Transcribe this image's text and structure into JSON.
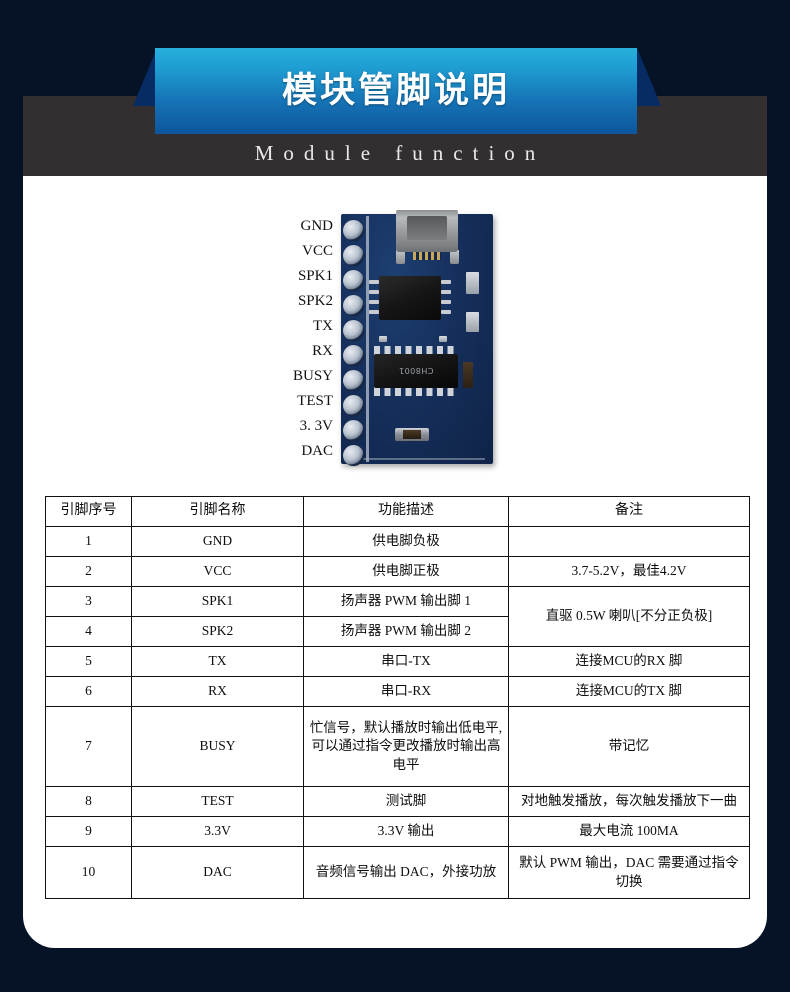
{
  "header": {
    "title": "模块管脚说明",
    "subtitle": "Module  function"
  },
  "board": {
    "ic_marking": "CH8001",
    "pin_labels": [
      "GND",
      "VCC",
      "SPK1",
      "SPK2",
      "TX",
      "RX",
      "BUSY",
      "TEST",
      "3. 3V",
      "DAC"
    ]
  },
  "table": {
    "headers": [
      "引脚序号",
      "引脚名称",
      "功能描述",
      "备注"
    ],
    "rows": [
      {
        "no": "1",
        "name": "GND",
        "func": "供电脚负极",
        "note": ""
      },
      {
        "no": "2",
        "name": "VCC",
        "func": "供电脚正极",
        "note": "3.7-5.2V，最佳4.2V"
      },
      {
        "no": "3",
        "name": "SPK1",
        "func": "扬声器 PWM 输出脚 1",
        "note": "直驱 0.5W 喇叭[不分正负极]"
      },
      {
        "no": "4",
        "name": "SPK2",
        "func": "扬声器 PWM 输出脚 2",
        "note": ""
      },
      {
        "no": "5",
        "name": "TX",
        "func": "串口-TX",
        "note": "连接MCU的RX 脚"
      },
      {
        "no": "6",
        "name": "RX",
        "func": "串口-RX",
        "note": "连接MCU的TX 脚"
      },
      {
        "no": "7",
        "name": "BUSY",
        "func": "忙信号，默认播放时输出低电平,可以通过指令更改播放时输出高电平",
        "note": "带记忆"
      },
      {
        "no": "8",
        "name": "TEST",
        "func": "测试脚",
        "note": "对地触发播放，每次触发播放下一曲"
      },
      {
        "no": "9",
        "name": "3.3V",
        "func": "3.3V 输出",
        "note": "最大电流 100MA"
      },
      {
        "no": "10",
        "name": "DAC",
        "func": "音频信号输出 DAC，外接功放",
        "note": "默认 PWM 输出，DAC 需要通过指令切换"
      }
    ]
  },
  "colors": {
    "page_bg": "#061327",
    "strip": "#332f30",
    "banner_top": "#27b0dd",
    "banner_bottom": "#0e559d",
    "wing": "#062c63",
    "card": "#ffffff",
    "pcb": "#16305c"
  }
}
